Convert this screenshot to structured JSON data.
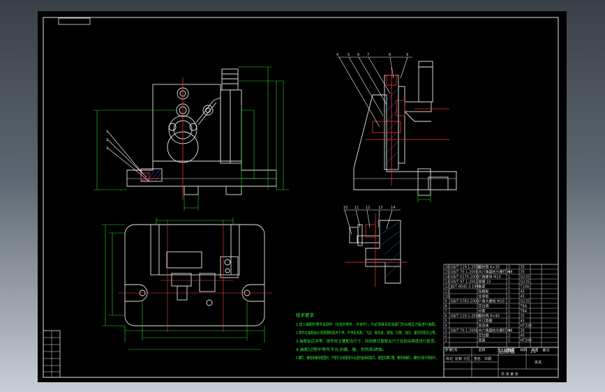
{
  "drawing": {
    "background": "#000000",
    "colors": {
      "outline": "#e6e6e6",
      "dimension": "#22dd22",
      "section": "#ff3333",
      "centerline": "#ff4444",
      "hatch": "#3a6be8",
      "leader": "#ffffff",
      "text": "#33ee33"
    },
    "title_block": {
      "drawing_title": "钻模板",
      "drawing_type": "夹具",
      "scale": "1:1",
      "sheet": "共 张 第 张",
      "headers": [
        "序号",
        "代号",
        "名称",
        "数量",
        "材料",
        "重量",
        "备注"
      ],
      "parts": [
        {
          "no": "16",
          "code": "GB/T 119.1-2000",
          "name": "圆柱销 6×30",
          "qty": "2",
          "material": "35"
        },
        {
          "no": "15",
          "code": "GB/T 70.1-2008",
          "name": "内六角圆柱头螺钉 M8",
          "qty": "4",
          "material": "35"
        },
        {
          "no": "14",
          "code": "GB/T 6170-2000",
          "name": "六角螺母 M10",
          "qty": "1",
          "material": "Q235"
        },
        {
          "no": "13",
          "code": "GB/T 97.1-2002",
          "name": "垫圈 10",
          "qty": "1",
          "material": "Q235"
        },
        {
          "no": "12",
          "code": "JB/T 8045.3-1999",
          "name": "钻套",
          "qty": "1",
          "material": "T10A"
        },
        {
          "no": "11",
          "code": "",
          "name": "钻模板",
          "qty": "1",
          "material": "45"
        },
        {
          "no": "10",
          "code": "",
          "name": "支承板",
          "qty": "1",
          "material": "45"
        },
        {
          "no": "9",
          "code": "GB/T 5783-2000",
          "name": "六角头螺栓 M10",
          "qty": "2",
          "material": "Q235"
        },
        {
          "no": "8",
          "code": "",
          "name": "定位销",
          "qty": "1",
          "material": "T8A"
        },
        {
          "no": "7",
          "code": "",
          "name": "衬套",
          "qty": "1",
          "material": "T8A"
        },
        {
          "no": "6",
          "code": "GB/T 119.1-2000",
          "name": "圆柱销 8×40",
          "qty": "2",
          "material": "35"
        },
        {
          "no": "5",
          "code": "",
          "name": "开口垫圈",
          "qty": "1",
          "material": "45"
        },
        {
          "no": "4",
          "code": "",
          "name": "夹具体",
          "qty": "1",
          "material": "HT200"
        },
        {
          "no": "3",
          "code": "GB/T 70.1-2008",
          "name": "内六角圆柱头螺钉 M6",
          "qty": "4",
          "material": "35"
        },
        {
          "no": "2",
          "code": "",
          "name": "定位键",
          "qty": "2",
          "material": "45"
        },
        {
          "no": "1",
          "code": "",
          "name": "底座",
          "qty": "1",
          "material": "HT200"
        }
      ]
    },
    "revision_block": [
      "标记",
      "处数",
      "分区",
      "签名",
      "日期"
    ],
    "tech_notes": {
      "heading": "技术要求",
      "lines": [
        "1.进入装配的零件及部件（包括外购件、外协件），均必须具有检验部门的合格证方能进行装配。",
        "2.零件在装配前必须清理和清洗干净，不得有毛刺、飞边、氧化皮、锈蚀、切屑、油污、着色剂和灰尘等。",
        "3.装配前应对零、部件的主要配合尺寸，特别是过盈配合尺寸及相关精度进行复查。",
        "4.装配过程中零件不允许磕、碰、划伤和锈蚀。",
        "5.螺钉、螺栓和螺母紧固时，严禁打击或使用不合适的旋具和扳手。紧固后螺钉槽、螺母和螺钉、螺栓头部不得损坏。"
      ]
    },
    "callouts": {
      "front_view": [
        "1",
        "2",
        "3"
      ],
      "side_view": [
        "4",
        "5",
        "6",
        "7",
        "8",
        "9"
      ],
      "detail_view": [
        "10",
        "11",
        "12",
        "13",
        "14"
      ]
    }
  }
}
